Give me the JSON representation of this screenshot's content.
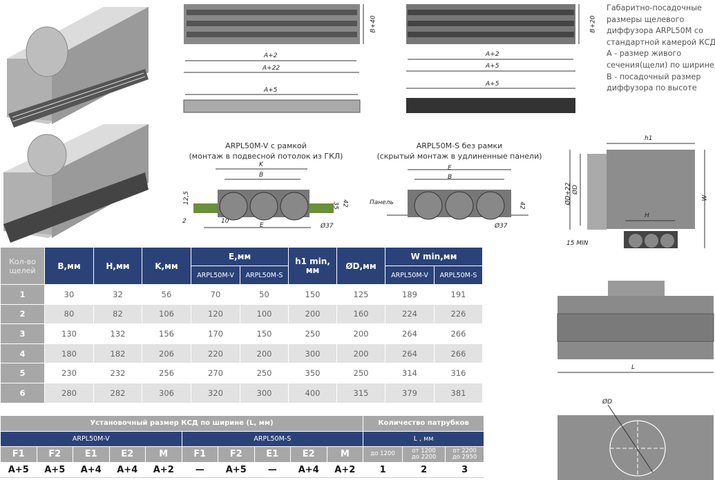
{
  "description": "Габаритно-посадочные размеры щелевого диффузора ARPL50M со стандартной камерой КСД А - размер живого сечения(щели) по ширине, В - посадочный размер диффузора по высоте",
  "top_views": {
    "left": {
      "height_label": "B+40",
      "dims": [
        "A+2",
        "A+22"
      ],
      "bottom_dim": "A+5"
    },
    "right": {
      "height_label": "B+20",
      "dims": [
        "A+2",
        "A+5"
      ],
      "bottom_dim": "A+5"
    }
  },
  "sections": {
    "v": {
      "title": "ARPL50M-V с рамкой",
      "subtitle": "(монтаж в подвесной потолок из ГКЛ)",
      "labels": {
        "k": "K",
        "b": "B",
        "e": "E",
        "h1": "12,5",
        "h2": "2",
        "w": "10",
        "d": "Ø37",
        "h35": "35",
        "h42": "42"
      }
    },
    "s": {
      "title": "ARPL50M-S без рамки",
      "subtitle": "(скрытый монтаж в удлиненные панели)",
      "labels": {
        "e": "E",
        "b": "B",
        "panel": "Панель",
        "d": "Ø37",
        "h42": "42"
      }
    }
  },
  "side_view": {
    "h1": "h1",
    "d22": "ØD+22",
    "d": "ØD",
    "w": "W",
    "h": "H",
    "min": "15 MIN"
  },
  "front_view": {
    "l": "L"
  },
  "top_view": {
    "d": "ØD"
  },
  "table1": {
    "headers": {
      "count": "Кол-во щелей",
      "b": "B,мм",
      "h": "H,мм",
      "k": "K,мм",
      "e": "E,мм",
      "h1": "h1 min, мм",
      "d": "ØD,мм",
      "w": "W min,мм",
      "v": "ARPL50M-V",
      "s": "ARPL50M-S"
    },
    "rows": [
      [
        "1",
        "30",
        "32",
        "56",
        "70",
        "50",
        "150",
        "125",
        "189",
        "191"
      ],
      [
        "2",
        "80",
        "82",
        "106",
        "120",
        "100",
        "200",
        "160",
        "224",
        "226"
      ],
      [
        "3",
        "130",
        "132",
        "156",
        "170",
        "150",
        "250",
        "200",
        "264",
        "266"
      ],
      [
        "4",
        "180",
        "182",
        "206",
        "220",
        "200",
        "300",
        "200",
        "264",
        "266"
      ],
      [
        "5",
        "230",
        "232",
        "256",
        "270",
        "250",
        "350",
        "250",
        "314",
        "316"
      ],
      [
        "6",
        "280",
        "282",
        "306",
        "320",
        "300",
        "400",
        "315",
        "379",
        "381"
      ]
    ]
  },
  "table2": {
    "title": "Установочный размер КСД по ширине (L, мм)",
    "qty_title": "Количество патрубков",
    "v": "ARPL50M-V",
    "s": "ARPL50M-S",
    "l": "L , мм",
    "cols": [
      "F1",
      "F2",
      "E1",
      "E2",
      "M",
      "F1",
      "F2",
      "E1",
      "E2",
      "M"
    ],
    "ranges": [
      [
        "до 1200"
      ],
      [
        "от 1200",
        "до 2200"
      ],
      [
        "от 2200",
        "до 2950"
      ]
    ],
    "values": [
      "A+5",
      "A+5",
      "A+4",
      "A+4",
      "A+2",
      "—",
      "A+5",
      "—",
      "A+4",
      "A+2",
      "1",
      "2",
      "3"
    ]
  }
}
